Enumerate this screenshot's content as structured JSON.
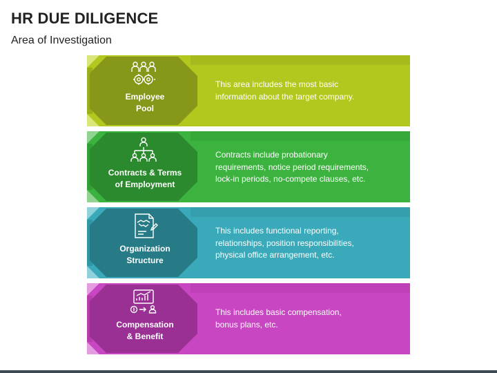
{
  "title": "HR DUE DILIGENCE",
  "subtitle": "Area of Investigation",
  "rows": [
    {
      "label_lines": [
        "Employee",
        "Pool"
      ],
      "desc_lines": [
        "This area includes the most basic",
        "information about the target company."
      ],
      "icon": "team-gears-icon",
      "colors": {
        "main": "#b3c81f",
        "dark": "#86971a",
        "light": "#dbe67a",
        "shadow": "#9caf1b"
      }
    },
    {
      "label_lines": [
        "Contracts & Terms",
        "of Employment"
      ],
      "desc_lines": [
        "Contracts include probationary",
        "requirements, notice period requirements,",
        "lock-in periods, no-compete clauses, etc."
      ],
      "icon": "org-hierarchy-icon",
      "colors": {
        "main": "#3cb33e",
        "dark": "#2a8a2d",
        "light": "#8fd48f",
        "shadow": "#33a036"
      }
    },
    {
      "label_lines": [
        "Organization",
        "Structure"
      ],
      "desc_lines": [
        "This includes functional reporting,",
        "relationships, position responsibilities,",
        "physical office arrangement, etc."
      ],
      "icon": "handshake-document-icon",
      "colors": {
        "main": "#3aa9b9",
        "dark": "#277b87",
        "light": "#8fd2dc",
        "shadow": "#3197a6"
      }
    },
    {
      "label_lines": [
        "Compensation",
        "& Benefit"
      ],
      "desc_lines": [
        "This includes basic compensation,",
        "bonus plans, etc."
      ],
      "icon": "compensation-chart-icon",
      "colors": {
        "main": "#c946c2",
        "dark": "#9a2f94",
        "light": "#e49be0",
        "shadow": "#b53dae"
      }
    }
  ]
}
